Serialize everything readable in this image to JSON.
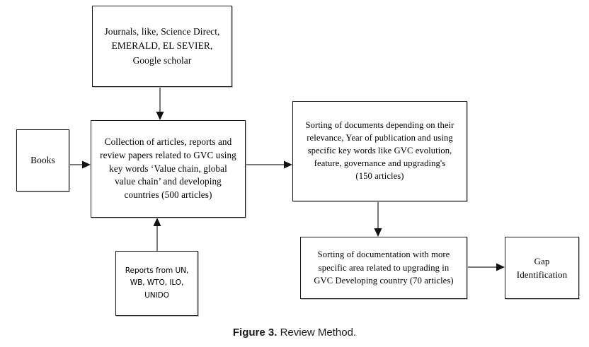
{
  "figure": {
    "caption_label": "Figure 3.",
    "caption_text": "Review Method.",
    "background_color": "#ffffff",
    "box_border_color": "#1a1a1a",
    "arrow_color": "#111111"
  },
  "diagram": {
    "type": "flowchart",
    "nodes": [
      {
        "id": "journals",
        "label": "Journals, like, Science Direct,\nEMERALD, EL SEVIER,\nGoogle scholar",
        "shape": "rectangle"
      },
      {
        "id": "books",
        "label": "Books",
        "shape": "rectangle"
      },
      {
        "id": "collection",
        "label": "Collection of articles, reports and\nreview papers related to GVC using\nkey words ‘Value chain, global\nvalue chain’ and developing\ncountries (500 articles)",
        "shape": "rectangle"
      },
      {
        "id": "reports",
        "label": "Reports from UN,\nWB, WTO,  ILO,\nUNIDO",
        "shape": "rectangle"
      },
      {
        "id": "sorting_relevance",
        "label": "Sorting of documents depending on their\nrelevance, Year of publication and using\nspecific key words like GVC evolution,\nfeature, governance and upgrading's\n(150 articles)",
        "shape": "rectangle"
      },
      {
        "id": "sorting_specific",
        "label": "Sorting of documentation with more\nspecific area related to upgrading in\nGVC Developing country (70 articles)",
        "shape": "rectangle"
      },
      {
        "id": "gap",
        "label": "Gap\nIdentification",
        "shape": "rectangle"
      }
    ],
    "edges": [
      {
        "id": "journals-to-collection",
        "from": "journals",
        "to": "collection",
        "direction": "down"
      },
      {
        "id": "books-to-collection",
        "from": "books",
        "to": "collection",
        "direction": "right"
      },
      {
        "id": "reports-to-collection",
        "from": "reports",
        "to": "collection",
        "direction": "up"
      },
      {
        "id": "collection-to-sorting-relevance",
        "from": "collection",
        "to": "sorting_relevance",
        "direction": "right"
      },
      {
        "id": "sorting-relevance-to-sorting-specific",
        "from": "sorting_relevance",
        "to": "sorting_specific",
        "direction": "down"
      },
      {
        "id": "sorting-specific-to-gap",
        "from": "sorting_specific",
        "to": "gap",
        "direction": "right"
      }
    ]
  }
}
